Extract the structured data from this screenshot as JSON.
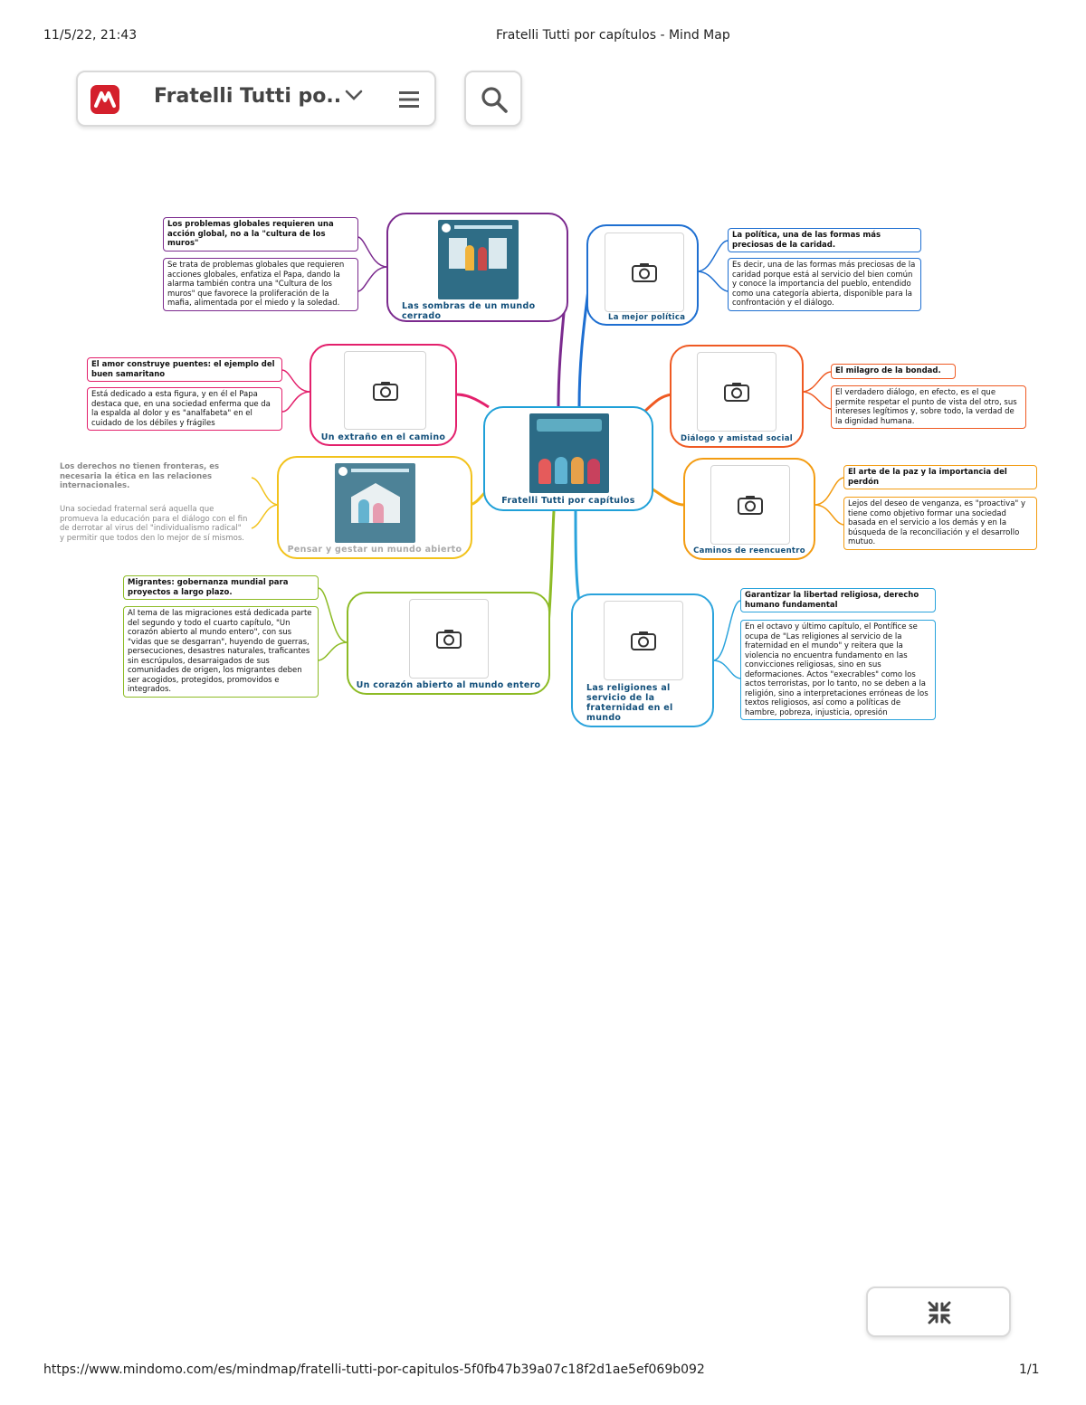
{
  "print_header": {
    "datetime": "11/5/22, 21:43",
    "title": "Fratelli Tutti por capítulos - Mind Map"
  },
  "toolbar": {
    "map_title": "Fratelli Tutti po...",
    "logo_icon": "mindomo-logo",
    "dropdown_icon": "chevron-down-icon",
    "menu_icon": "hamburger-menu-icon",
    "search_icon": "search-icon"
  },
  "colors": {
    "center": "#1fa0d8",
    "purple": "#7b2a8e",
    "blue": "#1e6fd1",
    "pink": "#e3206c",
    "orange": "#ef5a23",
    "yellow": "#f2c21b",
    "amber": "#f39c12",
    "green": "#8dbb25",
    "cyan": "#2aa3dc"
  },
  "center": {
    "label": "Fratelli Tutti por capítulos"
  },
  "topics": [
    {
      "id": "sombras",
      "label": "Las sombras de un mundo cerrado",
      "notes": [
        "Los problemas globales requieren una acción global, no a la \"cultura de los muros\"",
        "Se trata de problemas globales que requieren acciones globales, enfatiza el Papa, dando la alarma también contra una \"Cultura de los muros\" que favorece la proliferación de la mafia, alimentada por el miedo y la soledad."
      ]
    },
    {
      "id": "politica",
      "label": "La mejor política",
      "notes": [
        "La política, una de las formas más preciosas de la caridad.",
        "Es decir, una de las formas más preciosas de la caridad porque está al servicio del bien común y conoce la importancia del pueblo, entendido como una categoría abierta, disponible para la confrontación y el diálogo."
      ]
    },
    {
      "id": "extrano",
      "label": "Un extraño en el camino",
      "notes": [
        "El amor construye puentes: el ejemplo del buen samaritano",
        "Está dedicado a esta figura, y en él el Papa destaca que, en una sociedad enferma que da la espalda al dolor y es \"analfabeta\" en el cuidado de los débiles y frágiles"
      ]
    },
    {
      "id": "dialogo",
      "label": "Diálogo y amistad social",
      "notes": [
        "El milagro de la bondad.",
        "El verdadero diálogo, en efecto, es el que permite respetar el punto de vista del otro, sus intereses legítimos y, sobre todo, la verdad de la dignidad humana."
      ]
    },
    {
      "id": "pensar",
      "label": "Pensar y gestar un mundo abierto",
      "notes": [
        "Los derechos no tienen fronteras, es necesaria la ética en las relaciones internacionales.",
        "Una sociedad fraternal será aquella que promueva la educación para el diálogo con el fin de derrotar al virus del \"individualismo radical\" y permitir que todos den lo mejor de sí mismos."
      ]
    },
    {
      "id": "caminos",
      "label": "Caminos de reencuentro",
      "notes": [
        "El arte de la paz y la importancia del perdón",
        "Lejos del deseo de venganza, es \"proactiva\" y tiene como objetivo formar una sociedad basada en el servicio a los demás y en la búsqueda de la reconciliación y el desarrollo mutuo."
      ]
    },
    {
      "id": "corazon",
      "label": "Un corazón abierto al mundo entero",
      "notes": [
        "Migrantes: gobernanza mundial para proyectos a largo plazo.",
        "Al tema de las migraciones está dedicada parte del segundo y todo el cuarto capítulo, \"Un corazón abierto al mundo entero\", con sus \"vidas que se desgarran\", huyendo de guerras, persecuciones, desastres naturales, traficantes sin escrúpulos, desarraigados de sus comunidades de origen, los migrantes deben ser acogidos, protegidos, promovidos e integrados."
      ]
    },
    {
      "id": "religiones",
      "label": "Las religiones al servicio de la fraternidad en el mundo",
      "notes": [
        "Garantizar la libertad religiosa, derecho humano fundamental",
        "En el octavo y último capítulo, el Pontífice se ocupa de \"Las religiones al servicio de la fraternidad en el mundo\" y reitera que la violencia no encuentra fundamento en las convicciones religiosas, sino en sus deformaciones. Actos \"execrables\" como los actos terroristas, por lo tanto, no se deben a la religión, sino a interpretaciones erróneas de los textos religiosos, así como a políticas de hambre, pobreza, injusticia, opresión"
      ]
    }
  ],
  "image_placeholder_icon": "camera-icon",
  "zoom_control": {
    "icon": "collapse-arrows-icon"
  },
  "footer": {
    "url": "https://www.mindomo.com/es/mindmap/fratelli-tutti-por-capitulos-5f0fb47b39a07c18f2d1ae5ef069b092",
    "page": "1/1"
  }
}
